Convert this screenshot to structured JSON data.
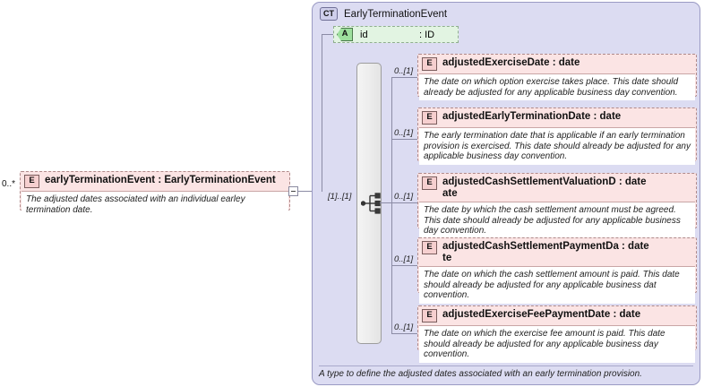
{
  "diagram": {
    "type": "xsd-schema-diagram",
    "root_multiplicity": "0..*",
    "colors": {
      "element_fill": "#fbe4e4",
      "element_border": "#b08a8a",
      "complextype_fill": "#dcdcf2",
      "complextype_border": "#9a9ac4",
      "attribute_fill": "#e2f4e2",
      "attribute_badge": "#9ddf9d",
      "connector": "#8b8ba5",
      "compositor_fill": "#eeeeee"
    }
  },
  "root_element": {
    "badge": "E",
    "name": "earlyTerminationEvent : EarlyTerminationEvent",
    "documentation": "The adjusted dates associated with an individual earley termination date.",
    "multiplicity": "0..*",
    "collapse_control": "minus-icon"
  },
  "complex_type": {
    "badge": "CT",
    "name": "EarlyTerminationEvent",
    "documentation": "A type to define the adjusted dates associated with an early termination provision.",
    "attribute": {
      "badge": "A",
      "name": "id",
      "type": ": ID"
    },
    "compositor": {
      "kind": "sequence",
      "cardinality": "[1]..[1]"
    },
    "children": [
      {
        "badge": "E",
        "name": "adjustedExerciseDate : date",
        "name_line2": "",
        "cardinality": "0..[1]",
        "documentation": "The date on which option exercise takes place. This date should already be adjusted for any applicable business day convention."
      },
      {
        "badge": "E",
        "name": "adjustedEarlyTerminationDate : date",
        "name_line2": "",
        "cardinality": "0..[1]",
        "documentation": "The early termination date that is applicable if an early termination provision is exercised. This date should already be adjusted for any applicable business day convention."
      },
      {
        "badge": "E",
        "name": "adjustedCashSettlementValuationD : date",
        "name_line2": "ate",
        "cardinality": "0..[1]",
        "documentation": "The date by which the cash settlement amount must be agreed. This date should already be adjusted for any applicable business day convention."
      },
      {
        "badge": "E",
        "name": "adjustedCashSettlementPaymentDa : date",
        "name_line2": "te",
        "cardinality": "0..[1]",
        "documentation": "The date on which the cash settlement amount is paid. This date should already be adjusted for any applicable business dat convention."
      },
      {
        "badge": "E",
        "name": "adjustedExerciseFeePaymentDate : date",
        "name_line2": "",
        "cardinality": "0..[1]",
        "documentation": "The date on which the exercise fee amount is paid. This date should already be adjusted for any applicable business day convention."
      }
    ]
  }
}
